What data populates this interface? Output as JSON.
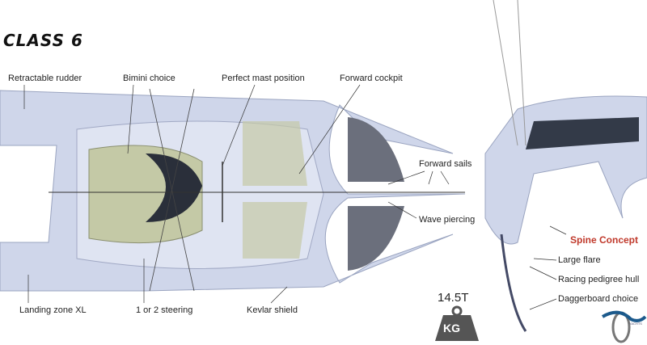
{
  "logo": {
    "text": "CLASS 6",
    "brand_text": "YACHTS"
  },
  "labels": {
    "retractable_rudder": "Retractable rudder",
    "bimini_choice": "Bimini choice",
    "perfect_mast": "Perfect mast position",
    "forward_cockpit": "Forward cockpit",
    "forward_sails": "Forward sails",
    "wave_piercing": "Wave piercing",
    "landing_zone": "Landing zone XL",
    "steering": "1 or 2 steering",
    "kevlar_shield": "Kevlar shield",
    "spine_concept": "Spine Concept",
    "large_flare": "Large flare",
    "racing_hull": "Racing pedigree hull",
    "daggerboard": "Daggerboard choice"
  },
  "weight": {
    "value": "14.5T",
    "unit": "KG"
  },
  "colors": {
    "accent": "#c0392b",
    "hull": "#cfd6ea",
    "deck": "#bfc8e0",
    "seat": "#c4c9a6"
  }
}
